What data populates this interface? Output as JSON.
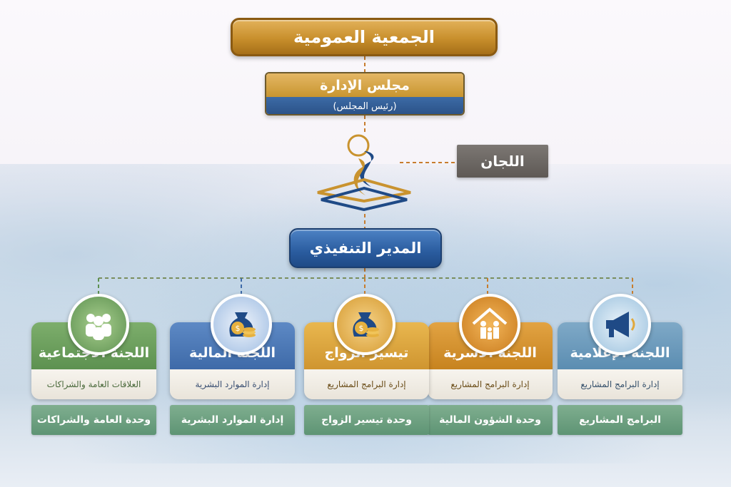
{
  "general_assembly": "الجمعية العمومية",
  "board": {
    "title": "مجلس الإدارة",
    "subtitle": "(رئيس المجلس)"
  },
  "committees_label": "اللجان",
  "executive_director": "المدير التنفيذي",
  "departments": [
    {
      "title": "اللجنة الإعلامية",
      "subtitle": "إدارة البرامج المشاريع",
      "unit": "البرامج المشاريع",
      "icon": "megaphone-icon",
      "color": "#5b8db1"
    },
    {
      "title": "اللجنة الأسرية",
      "subtitle": "إدارة البرامج المشاريع",
      "unit": "وحدة الشؤون المالية",
      "icon": "family-house-icon",
      "color": "#d89a2e"
    },
    {
      "title": "تيسير الزواج",
      "subtitle": "إدارة البرامج المشاريع",
      "unit": "وحدة تيسير الزواج",
      "icon": "money-bag-icon",
      "color": "#e0a93e"
    },
    {
      "title": "اللجنة المالية",
      "subtitle": "إدارة الموارد البشرية",
      "unit": "إدارة الموارد البشرية",
      "icon": "money-bag-icon",
      "color": "#3e6aa8"
    },
    {
      "title": "اللجنة الاجتماعية",
      "subtitle": "العلاقات العامة والشراكات",
      "unit": "وحدة العامة والشراكات",
      "icon": "people-group-icon",
      "color": "#5d9150"
    }
  ]
}
